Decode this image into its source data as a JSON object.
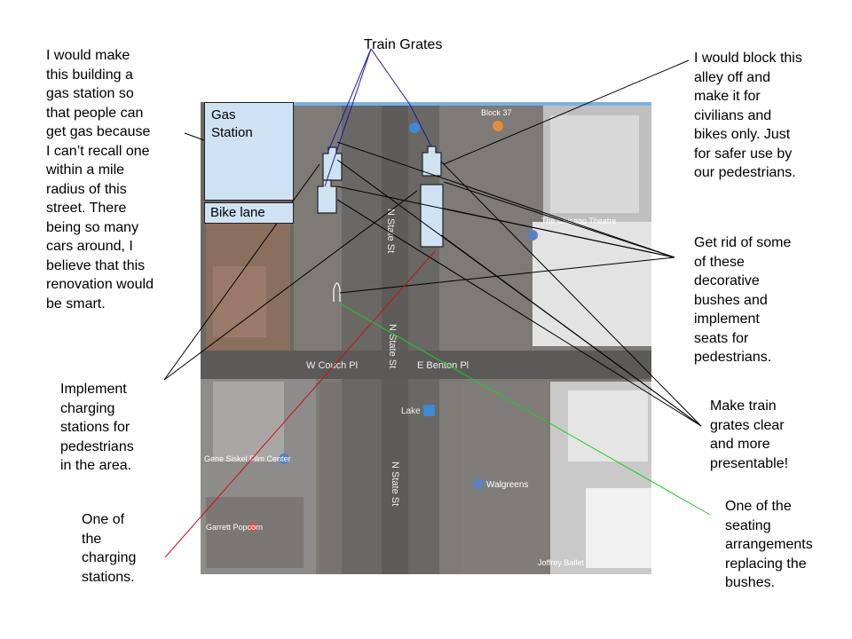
{
  "title": "Train Grates",
  "notes": {
    "gas_station_note": "I would make\nthis building a\ngas station so\nthat people can\nget gas because\nI can’t recall one\nwithin a mile\nradius of this\nstreet. There\nbeing so many\ncars around, I\nbelieve that this\nrenovation would\nbe smart.",
    "alley_note": "I would block this\nalley off and\nmake it for\ncivilians and\nbikes only. Just\nfor safer use by\nour pedestrians.",
    "bushes_note": "Get rid of some\nof these\ndecorative\nbushes and\nimplement\nseats for\npedestrians.",
    "grates_note": "Make train\ngrates clear\nand more\npresentable!",
    "charging_note": "Implement\ncharging\nstations for\npedestrians\nin the area.",
    "charging_example_note": "One of\nthe\ncharging\nstations.",
    "seating_note": "One of the\nseating\narrangements\nreplacing the\nbushes."
  },
  "boxes": {
    "gas_station": "Gas\nStation",
    "bike_lane": "Bike lane"
  },
  "map_labels": {
    "street_1": "N State St",
    "street_2": "N State St",
    "street_3": "N State St",
    "randolph_w": "W Couch Pl",
    "randolph_e": "E Benton Pl",
    "lake": "Lake",
    "walgreens": "Walgreens",
    "chicago_theatre": "The Chicago Theatre",
    "joffrey": "Joffrey Ballet",
    "film": "Gene Siskel Film Center",
    "cafe": "Garrett Popcorn",
    "shop": "Block 37"
  },
  "colors": {
    "blue_lines": "#1a1aa6",
    "red_line": "#cc1111",
    "green_line": "#1fcc1f",
    "box_fill": "#cfe2f3"
  }
}
